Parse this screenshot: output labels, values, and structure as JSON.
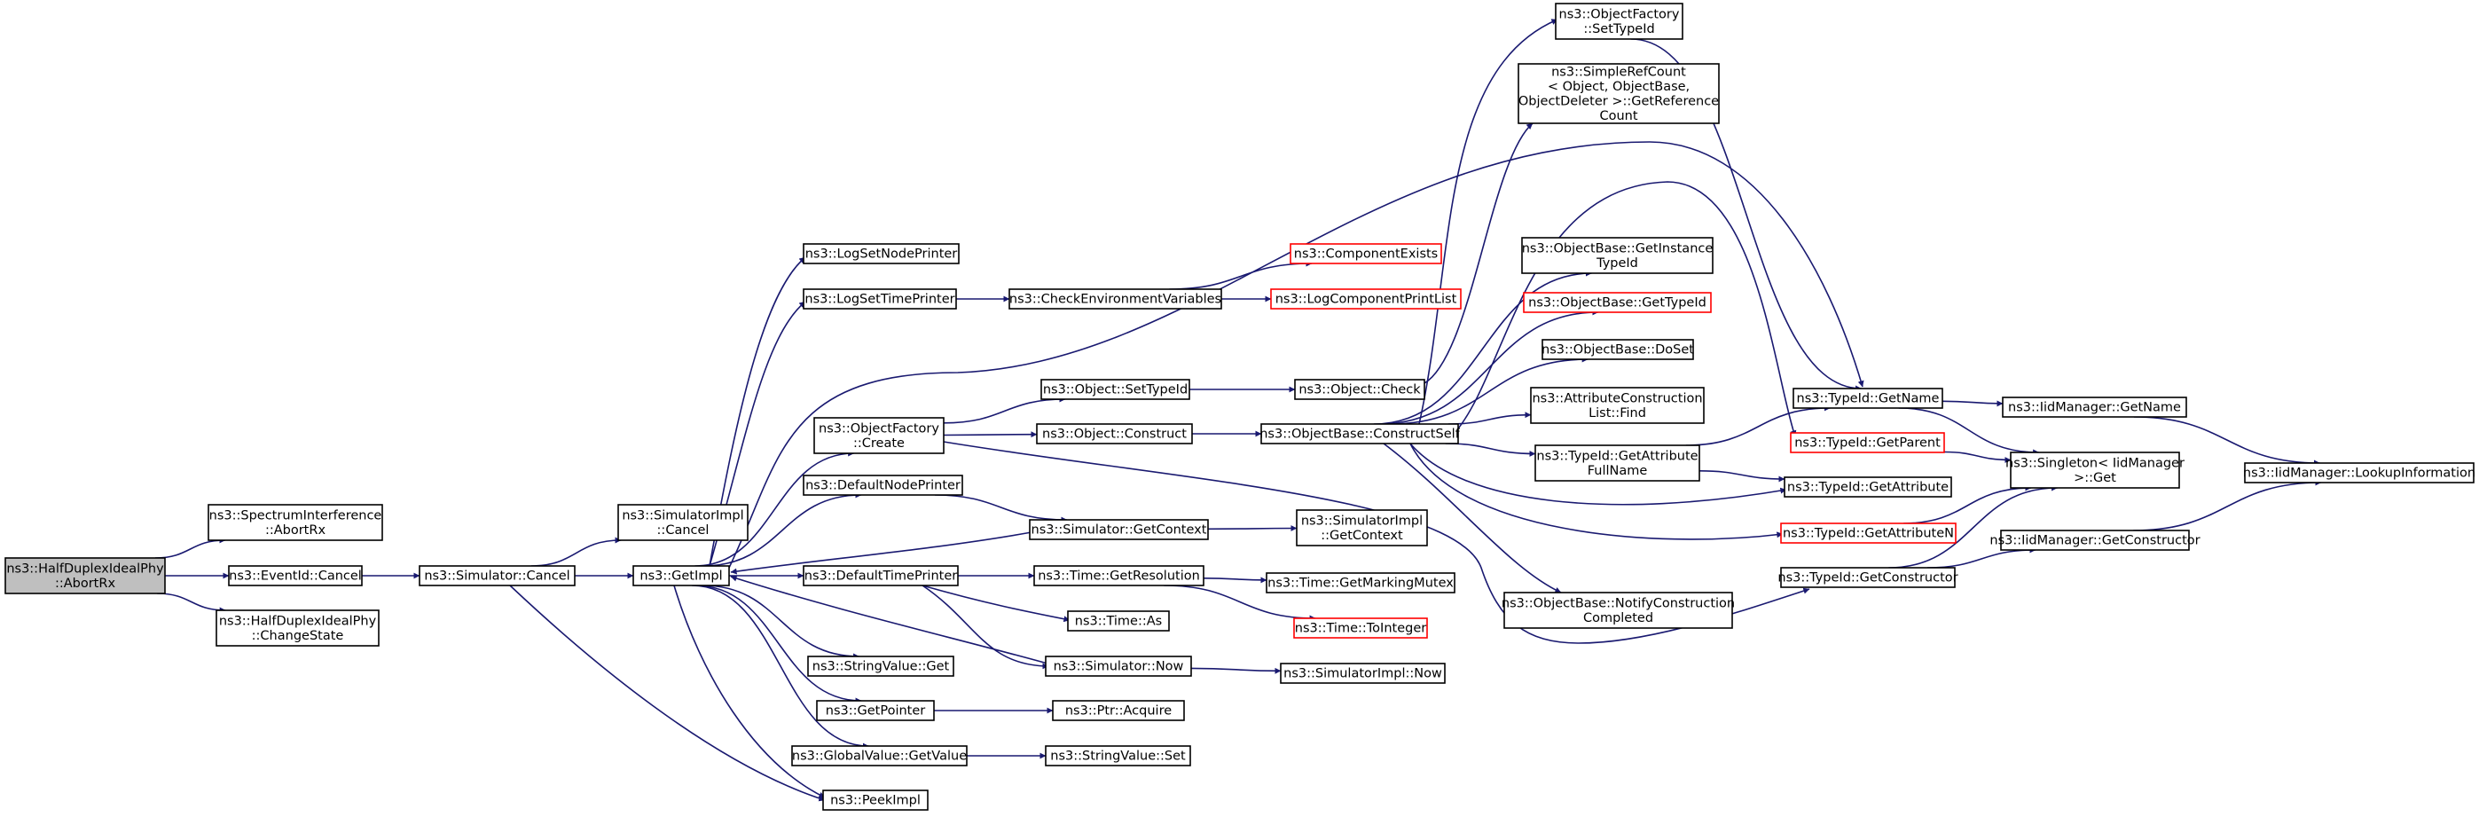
{
  "colors": {
    "edge": "#191970",
    "node_border": "#000000",
    "missing_doc_border": "#ff0000",
    "root_fill": "#bfbfbf",
    "node_fill": "#ffffff"
  },
  "nodes": [
    {
      "id": "abortrx",
      "lines": [
        "ns3::HalfDuplexIdealPhy",
        "::AbortRx"
      ],
      "root": true
    },
    {
      "id": "spectrum_abortrx",
      "lines": [
        "ns3::SpectrumInterference",
        "::AbortRx"
      ]
    },
    {
      "id": "eventid_cancel",
      "lines": [
        "ns3::EventId::Cancel"
      ]
    },
    {
      "id": "changestate",
      "lines": [
        "ns3::HalfDuplexIdealPhy",
        "::ChangeState"
      ]
    },
    {
      "id": "sim_cancel",
      "lines": [
        "ns3::Simulator::Cancel"
      ]
    },
    {
      "id": "simimpl_cancel",
      "lines": [
        "ns3::SimulatorImpl",
        "::Cancel"
      ]
    },
    {
      "id": "getimpl",
      "lines": [
        "ns3::GetImpl"
      ]
    },
    {
      "id": "logsetnode",
      "lines": [
        "ns3::LogSetNodePrinter"
      ]
    },
    {
      "id": "logsettime",
      "lines": [
        "ns3::LogSetTimePrinter"
      ]
    },
    {
      "id": "objfactory_create",
      "lines": [
        "ns3::ObjectFactory",
        "::Create"
      ]
    },
    {
      "id": "defaultnode",
      "lines": [
        "ns3::DefaultNodePrinter"
      ]
    },
    {
      "id": "defaulttime",
      "lines": [
        "ns3::DefaultTimePrinter"
      ]
    },
    {
      "id": "stringvalue_get",
      "lines": [
        "ns3::StringValue::Get"
      ]
    },
    {
      "id": "getpointer",
      "lines": [
        "ns3::GetPointer"
      ]
    },
    {
      "id": "globalvalue_get",
      "lines": [
        "ns3::GlobalValue::GetValue"
      ]
    },
    {
      "id": "peekimpl",
      "lines": [
        "ns3::PeekImpl"
      ]
    },
    {
      "id": "checkenv",
      "lines": [
        "ns3::CheckEnvironmentVariables"
      ]
    },
    {
      "id": "componentexists",
      "lines": [
        "ns3::ComponentExists"
      ],
      "missing_doc": true
    },
    {
      "id": "logcomponentprintlist",
      "lines": [
        "ns3::LogComponentPrintList"
      ],
      "missing_doc": true
    },
    {
      "id": "obj_settypeid",
      "lines": [
        "ns3::Object::SetTypeId"
      ]
    },
    {
      "id": "obj_construct",
      "lines": [
        "ns3::Object::Construct"
      ]
    },
    {
      "id": "obj_check",
      "lines": [
        "ns3::Object::Check"
      ]
    },
    {
      "id": "constructself",
      "lines": [
        "ns3::ObjectBase::ConstructSelf"
      ]
    },
    {
      "id": "sim_getcontext",
      "lines": [
        "ns3::Simulator::GetContext"
      ]
    },
    {
      "id": "simimpl_getcontext",
      "lines": [
        "ns3::SimulatorImpl",
        "::GetContext"
      ]
    },
    {
      "id": "time_getresolution",
      "lines": [
        "ns3::Time::GetResolution"
      ]
    },
    {
      "id": "time_as",
      "lines": [
        "ns3::Time::As"
      ]
    },
    {
      "id": "sim_now",
      "lines": [
        "ns3::Simulator::Now"
      ]
    },
    {
      "id": "time_getmarkingmutex",
      "lines": [
        "ns3::Time::GetMarkingMutex"
      ]
    },
    {
      "id": "time_tointeger",
      "lines": [
        "ns3::Time::ToInteger"
      ],
      "missing_doc": true
    },
    {
      "id": "simimpl_now",
      "lines": [
        "ns3::SimulatorImpl::Now"
      ]
    },
    {
      "id": "ptr_acquire",
      "lines": [
        "ns3::Ptr::Acquire"
      ]
    },
    {
      "id": "stringvalue_set",
      "lines": [
        "ns3::StringValue::Set"
      ]
    },
    {
      "id": "objfactory_settypeid",
      "lines": [
        "ns3::ObjectFactory",
        "::SetTypeId"
      ]
    },
    {
      "id": "simplerefcount",
      "lines": [
        "ns3::SimpleRefCount",
        "< Object, ObjectBase,",
        "ObjectDeleter >::GetReference",
        "Count"
      ]
    },
    {
      "id": "getinstancetypeid",
      "lines": [
        "ns3::ObjectBase::GetInstance",
        "TypeId"
      ]
    },
    {
      "id": "objbase_gettypeid",
      "lines": [
        "ns3::ObjectBase::GetTypeId"
      ],
      "missing_doc": true
    },
    {
      "id": "objbase_doset",
      "lines": [
        "ns3::ObjectBase::DoSet"
      ]
    },
    {
      "id": "attrconstructionlist_find",
      "lines": [
        "ns3::AttributeConstruction",
        "List::Find"
      ]
    },
    {
      "id": "typeid_getattrfullname",
      "lines": [
        "ns3::TypeId::GetAttribute",
        "FullName"
      ]
    },
    {
      "id": "notifyconstruction",
      "lines": [
        "ns3::ObjectBase::NotifyConstruction",
        "Completed"
      ]
    },
    {
      "id": "typeid_getname",
      "lines": [
        "ns3::TypeId::GetName"
      ]
    },
    {
      "id": "typeid_getparent",
      "lines": [
        "ns3::TypeId::GetParent"
      ],
      "missing_doc": true
    },
    {
      "id": "typeid_getattribute",
      "lines": [
        "ns3::TypeId::GetAttribute"
      ]
    },
    {
      "id": "typeid_getattributen",
      "lines": [
        "ns3::TypeId::GetAttributeN"
      ],
      "missing_doc": true
    },
    {
      "id": "typeid_getconstructor",
      "lines": [
        "ns3::TypeId::GetConstructor"
      ]
    },
    {
      "id": "iidmanager_getname",
      "lines": [
        "ns3::IidManager::GetName"
      ]
    },
    {
      "id": "singleton_get",
      "lines": [
        "ns3::Singleton< IidManager",
        ">::Get"
      ]
    },
    {
      "id": "iidmanager_getconstructor",
      "lines": [
        "ns3::IidManager::GetConstructor"
      ]
    },
    {
      "id": "iidmanager_lookup",
      "lines": [
        "ns3::IidManager::LookupInformation"
      ]
    }
  ],
  "edges": [
    {
      "from": "abortrx",
      "to": "spectrum_abortrx"
    },
    {
      "from": "abortrx",
      "to": "eventid_cancel"
    },
    {
      "from": "abortrx",
      "to": "changestate"
    },
    {
      "from": "eventid_cancel",
      "to": "sim_cancel"
    },
    {
      "from": "sim_cancel",
      "to": "simimpl_cancel"
    },
    {
      "from": "sim_cancel",
      "to": "getimpl"
    },
    {
      "from": "sim_cancel",
      "to": "peekimpl"
    },
    {
      "from": "getimpl",
      "to": "logsetnode"
    },
    {
      "from": "getimpl",
      "to": "logsettime"
    },
    {
      "from": "getimpl",
      "to": "objfactory_create"
    },
    {
      "from": "getimpl",
      "to": "defaultnode"
    },
    {
      "from": "getimpl",
      "to": "defaulttime"
    },
    {
      "from": "getimpl",
      "to": "stringvalue_get"
    },
    {
      "from": "getimpl",
      "to": "getpointer"
    },
    {
      "from": "getimpl",
      "to": "globalvalue_get"
    },
    {
      "from": "getimpl",
      "to": "peekimpl"
    },
    {
      "from": "getimpl",
      "to": "typeid_getname"
    },
    {
      "from": "logsettime",
      "to": "checkenv"
    },
    {
      "from": "checkenv",
      "to": "componentexists"
    },
    {
      "from": "checkenv",
      "to": "logcomponentprintlist"
    },
    {
      "from": "objfactory_create",
      "to": "obj_settypeid"
    },
    {
      "from": "objfactory_create",
      "to": "obj_construct"
    },
    {
      "from": "objfactory_create",
      "to": "typeid_getconstructor"
    },
    {
      "from": "obj_settypeid",
      "to": "obj_check"
    },
    {
      "from": "obj_check",
      "to": "simplerefcount"
    },
    {
      "from": "obj_construct",
      "to": "constructself"
    },
    {
      "from": "defaultnode",
      "to": "sim_getcontext"
    },
    {
      "from": "sim_getcontext",
      "to": "simimpl_getcontext"
    },
    {
      "from": "sim_getcontext",
      "to": "getimpl"
    },
    {
      "from": "defaulttime",
      "to": "time_getresolution"
    },
    {
      "from": "defaulttime",
      "to": "time_as"
    },
    {
      "from": "defaulttime",
      "to": "sim_now"
    },
    {
      "from": "time_getresolution",
      "to": "time_getmarkingmutex"
    },
    {
      "from": "time_getresolution",
      "to": "time_tointeger"
    },
    {
      "from": "sim_now",
      "to": "simimpl_now"
    },
    {
      "from": "sim_now",
      "to": "getimpl"
    },
    {
      "from": "getpointer",
      "to": "ptr_acquire"
    },
    {
      "from": "globalvalue_get",
      "to": "stringvalue_set"
    },
    {
      "from": "constructself",
      "to": "objfactory_settypeid"
    },
    {
      "from": "constructself",
      "to": "getinstancetypeid"
    },
    {
      "from": "constructself",
      "to": "objbase_gettypeid"
    },
    {
      "from": "constructself",
      "to": "objbase_doset"
    },
    {
      "from": "constructself",
      "to": "attrconstructionlist_find"
    },
    {
      "from": "constructself",
      "to": "typeid_getattrfullname"
    },
    {
      "from": "constructself",
      "to": "notifyconstruction"
    },
    {
      "from": "constructself",
      "to": "typeid_getparent"
    },
    {
      "from": "constructself",
      "to": "typeid_getattribute"
    },
    {
      "from": "constructself",
      "to": "typeid_getattributen"
    },
    {
      "from": "objfactory_settypeid",
      "to": "typeid_getname"
    },
    {
      "from": "typeid_getattrfullname",
      "to": "typeid_getname"
    },
    {
      "from": "typeid_getattrfullname",
      "to": "typeid_getattribute"
    },
    {
      "from": "typeid_getname",
      "to": "iidmanager_getname"
    },
    {
      "from": "typeid_getname",
      "to": "singleton_get"
    },
    {
      "from": "typeid_getparent",
      "to": "singleton_get"
    },
    {
      "from": "typeid_getattributen",
      "to": "singleton_get"
    },
    {
      "from": "typeid_getconstructor",
      "to": "singleton_get"
    },
    {
      "from": "typeid_getconstructor",
      "to": "iidmanager_getconstructor"
    },
    {
      "from": "iidmanager_getname",
      "to": "iidmanager_lookup"
    },
    {
      "from": "iidmanager_getconstructor",
      "to": "iidmanager_lookup"
    }
  ]
}
